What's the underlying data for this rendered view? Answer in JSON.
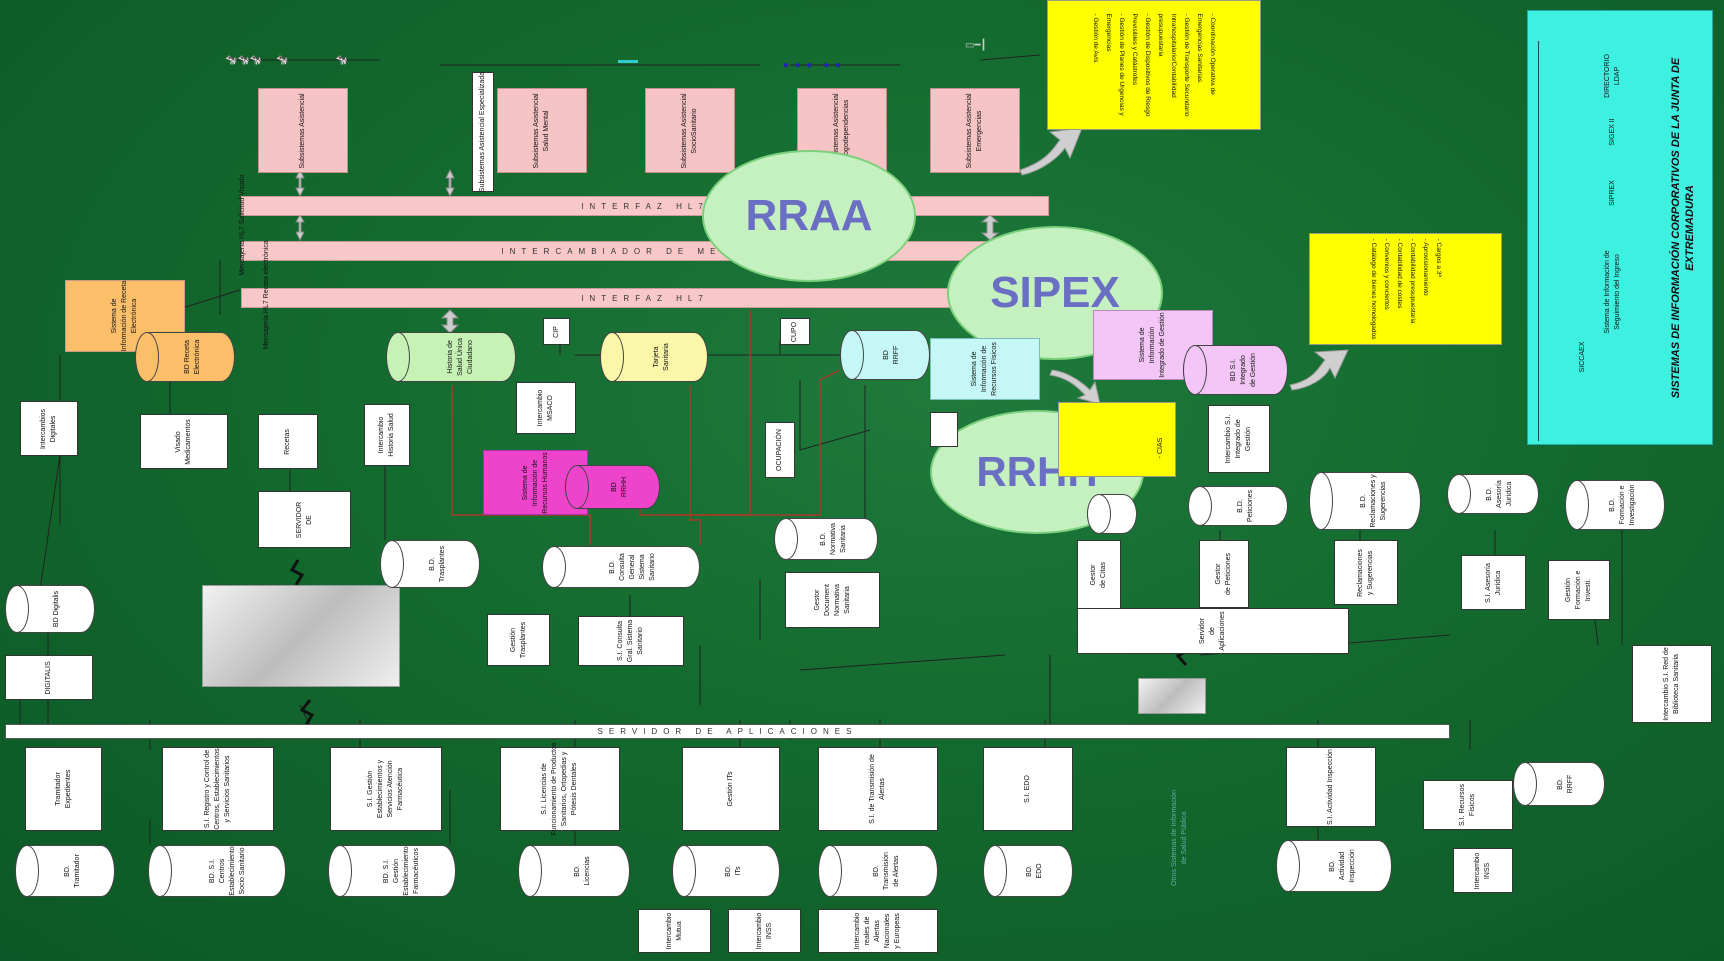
{
  "title": "SISTEMAS DE INFORMACIÓN CORPORATIVOS DE LA JUNTA DE EXTREMADURA",
  "legend": {
    "col1": "SICCAEX",
    "col1b": "Sistema de Información de\nSeguimiento del Ingreso",
    "col2": "SIPREX",
    "col3": "SIGEX II",
    "col4": "DIRECTORIO\nLDAP"
  },
  "ellipses": {
    "rraa": "RRAA",
    "sipex": "SIPEX",
    "rrhh": "RRHH"
  },
  "bars": {
    "hl7_top": "INTERFAZ HL7",
    "intercambiador": "INTERCAMBIADOR DE MENSAJES",
    "hl7_bottom": "INTERFAZ HL7",
    "servidor": "SERVIDOR DE APLICACIONES"
  },
  "subsystems": [
    "Subsistemas Asistencial",
    "Subsistemas Asistencial Especializada",
    "Subsistemas Asistencial\nSalud Mental",
    "Subsistemas Asistencial\nSocioSanitario",
    "Subsistemas Asistencial\nDrogodependencias",
    "Subsistemas Asistencial\nEmergencias"
  ],
  "note_top": "- Coordinación Operativa de\nEmergencias Sanitarias.\n- Gestión de Transporte Secundario\nIntrahospitalario/Contabilidad\npresupuestaria\n- Gestión de Dispositivos de Riesgo\nPrevisibles y Catástrofes\n- Gestión de Planes de Urgencias y\nEmergencias\n- Gestión de Avis",
  "note_right": "- Cargos a 3ª\n- Aprovisionamiento\n- Contabilidad presupuestaria\n- Contabilidad de costes\n- Convenios y conciertos\n- Catálogo de bienes homologados",
  "note_mid": "- CIAS",
  "upper_nodes": {
    "receta_sys": "Sistema de\nInformación de Receta\nElectrónica",
    "bd_receta": "BD Receta\nElectrónica",
    "intercambios_digitales": "Intercambios\nDigitales",
    "visado": "Visado\nMedicamentos",
    "recetas": "Recetas",
    "servidor_de": "SERVIDOR\nDE",
    "historia_cyl": "Historia de\nSalud Única\nCiudadano",
    "intercambio_hs": "Intercambio\nHistoria Salud",
    "cip": "CIP",
    "tarjeta": "Tarjeta\nSanitaria",
    "intercambio_msaco": "Intercambio\nMSACO",
    "cupo": "CUPO",
    "ocupacion": "OCUPACIÓN",
    "bd_rrff": "BD\nRRFF",
    "recursos_fisicos": "Sistema de\nInformación de\nRecursos Físicos",
    "rrhh_sys": "Sistema de\nInformación de\nRecursos Humanos",
    "bd_rrhh": "BD\nRRHH",
    "gestion_sys": "Sistema de\nInformación\nIntegrado de Gestión",
    "bd_si_integrado": "BD S.I.\nIntegrado\nde Gestión",
    "intercambio_si": "Intercambio S.I.\nIntegrado de\nGestión",
    "bd_trasplantes": "B.D.\nTrasplantes",
    "gestion_trasplantes": "Gestión\nTrasplantes",
    "bd_consulta": "B.D.\nConsulta\nGeneral\nSistema\nSanitario",
    "si_consulta": "S.I. Consulta\nGral. Sistema\nSanitario",
    "bd_normativa": "B.D.\nNormativa\nSanitaria",
    "gestor_normativa": "Gestor\nDocument\nNormativa\nSanitaria",
    "bd_peticiones": "B.D.\nPeticiones",
    "gestor_citas": "Gestor\nde Citas",
    "gestor_peticiones": "Gestor\nde Peticiones",
    "bd_reclamaciones": "B.D.\nReclamaciones y\nSugerencias",
    "reclamaciones": "Reclamaciones\ny Sugerencias",
    "bd_asesoria": "B.D.\nAsesoría\nJurídica",
    "si_asesoria": "S.I. Asesoría\nJurídica",
    "bd_formacion": "B.D.\nFormación e\nInvestigación",
    "formacion": "Gestión\nFormación e\nInvesti.",
    "servidor_apps_small": "Servidor\nde\nAplicaciones",
    "red_biblioteca": "Intercambio S.I. Red de\nBiblioteca Sanitaria",
    "bd_digitalis": "BD Digitalis",
    "digitalis": "DIGITALIS",
    "mensajeria1": "Mensajería HL7 Solicitud Visado",
    "mensajeria2": "Mensajería HL7 Receta electrónica"
  },
  "lower_boxes": [
    "Tramitador\nExpedientes",
    "S.I. Registro y Control de\nCentros, Establecimientos\ny Servicios Sanitarios",
    "S.I. Gestión\nEstablecimientos y\nServicios Atención\nFarmacéutica",
    "S.I. Licencias de\nFuncionamiento de Productos\nSanitarios, Ortopedias y\nPótesis Dentales",
    "Gestión ITs",
    "S.I. de Transmisión de\nAlertas",
    "S.I. EDO",
    "S.I. Actividad Inspección",
    "S.I. Recursos\nFísicos"
  ],
  "lower_cyls": [
    "BD.\nTramitador",
    "BD. S.I.\nCentros\nEstablecimiento\nSocio Sanitario",
    "BD. S.I.\nGestión\nEstablecimiento\nFarmacéuticos",
    "BD.\nLicencias",
    "BD.\nITs",
    "BD.\nTransmisión\nde Alertas",
    "BD.\nEDO",
    "BD.\nActividad\nInspección",
    "BD.\nRRFF"
  ],
  "lower_extra": {
    "mutua": "Intercambio\nMutua",
    "inss1": "Intercambio\nINSS",
    "europeas": "Intercambio\nreales de\nAlertas\nNacionales\ny Europeas",
    "inss2": "Intercambio\nINSS",
    "otros": "Otros Sistemas de Información\nde Salud Pública"
  },
  "colors": {
    "background": "#136a2e",
    "pink": "#f6c4c4",
    "orange": "#fbbf6a",
    "green_cyl": "#c6f2b6",
    "yellow": "#ffff00",
    "cyan": "#3ef0e0",
    "magenta": "#ee44cc",
    "ellipse": "#c5f1c0",
    "ellipse_text": "#6b6fc4"
  }
}
